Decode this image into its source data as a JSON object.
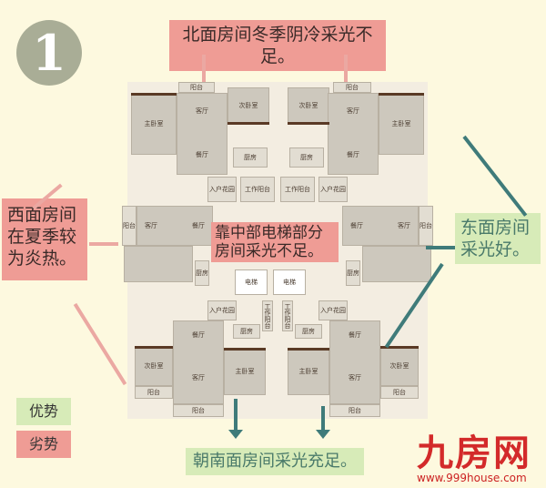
{
  "badge": {
    "number": "1"
  },
  "callouts": {
    "north": "北面房间冬季阴冷采光不足。",
    "west": [
      "西面房间",
      "在夏季较",
      "为炎热。"
    ],
    "center": [
      "靠中部电梯部分",
      "房间采光不足。"
    ],
    "east": [
      "东面房间",
      "采光好。"
    ],
    "south": "朝南面房间采光充足。"
  },
  "legend": {
    "advantage": "优势",
    "disadvantage": "劣势"
  },
  "colors": {
    "advantage": "#d7ebb8",
    "disadvantage": "#ef9c95",
    "green_line": "#3f7b7a",
    "pink_line": "#eba8a2",
    "background": "#fdf9df"
  },
  "floorplan": {
    "nw_unit": {
      "master": "主卧室",
      "living": "客厅",
      "second": "次卧室",
      "dining": "餐厅",
      "kitchen": "厨房",
      "balcony": "阳台",
      "entry": "入户花园",
      "work_balcony": "工作阳台"
    },
    "ne_unit": {
      "master": "主卧室",
      "living": "客厅",
      "second": "次卧室",
      "dining": "餐厅",
      "kitchen": "厨房",
      "balcony": "阳台",
      "entry": "入户花园",
      "work_balcony": "工作阳台"
    },
    "w_unit": {
      "living": "客厅",
      "dining": "餐厅",
      "kitchen": "厨房",
      "balcony": "阳台"
    },
    "e_unit": {
      "living": "客厅",
      "dining": "餐厅",
      "kitchen": "厨房",
      "balcony": "阳台"
    },
    "core": {
      "elevator1": "电梯",
      "elevator2": "电梯",
      "entry_left": "入户花园",
      "entry_right": "入户花园",
      "work_left": "工作阳台",
      "work_right": "工作阳台",
      "kitchen_left": "厨房",
      "kitchen_right": "厨房"
    },
    "sw_unit": {
      "second": "次卧室",
      "living": "客厅",
      "master": "主卧室",
      "dining": "餐厅",
      "balcony1": "阳台",
      "balcony2": "阳台"
    },
    "se_unit": {
      "second": "次卧室",
      "living": "客厅",
      "master": "主卧室",
      "dining": "餐厅",
      "balcony1": "阳台",
      "balcony2": "阳台"
    }
  },
  "logo": {
    "title": "九房网",
    "url": "www.999house.com"
  }
}
